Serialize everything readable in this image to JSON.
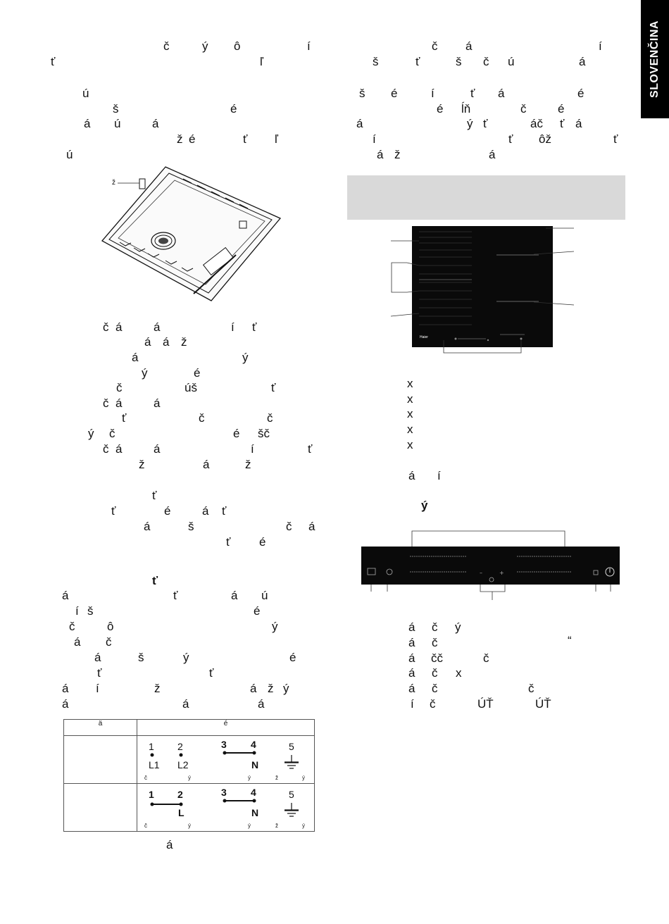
{
  "side_tab": {
    "label": "SLOVENČINA"
  },
  "left_column": {
    "para1": [
      {
        "id": "l1a",
        "text": "č"
      },
      {
        "id": "l1b",
        "text": "ý"
      },
      {
        "id": "l1c",
        "text": "ô"
      },
      {
        "id": "l1d",
        "text": "í"
      },
      {
        "id": "l2a",
        "text": "ť"
      },
      {
        "id": "l2b",
        "text": "ľ"
      },
      {
        "id": "l3a",
        "text": "ú"
      },
      {
        "id": "l4a",
        "text": "š"
      },
      {
        "id": "l4b",
        "text": "é"
      },
      {
        "id": "l5a",
        "text": "á"
      },
      {
        "id": "l5b",
        "text": "ú"
      },
      {
        "id": "l5c",
        "text": "á"
      },
      {
        "id": "l6a",
        "text": "ž"
      },
      {
        "id": "l6b",
        "text": "é"
      },
      {
        "id": "l6c",
        "text": "ť"
      },
      {
        "id": "l6d",
        "text": "ľ"
      },
      {
        "id": "l7a",
        "text": "ú"
      }
    ],
    "figure1_label": "ž",
    "para2": [
      {
        "id": "p2_1a",
        "text": "č"
      },
      {
        "id": "p2_1b",
        "text": "á"
      },
      {
        "id": "p2_1c",
        "text": "á"
      },
      {
        "id": "p2_1d",
        "text": "í"
      },
      {
        "id": "p2_1e",
        "text": "ť"
      },
      {
        "id": "p2_2a",
        "text": "á"
      },
      {
        "id": "p2_2b",
        "text": "á"
      },
      {
        "id": "p2_2c",
        "text": "ž"
      },
      {
        "id": "p2_3a",
        "text": "á"
      },
      {
        "id": "p2_3b",
        "text": "ý"
      },
      {
        "id": "p2_4a",
        "text": "ý"
      },
      {
        "id": "p2_4b",
        "text": "é"
      },
      {
        "id": "p2_5a",
        "text": "č"
      },
      {
        "id": "p2_5b",
        "text": "úš"
      },
      {
        "id": "p2_5c",
        "text": "ť"
      },
      {
        "id": "p2_6a",
        "text": "č"
      },
      {
        "id": "p2_6b",
        "text": "á"
      },
      {
        "id": "p2_6c",
        "text": "á"
      },
      {
        "id": "p2_7a",
        "text": "ť"
      },
      {
        "id": "p2_7b",
        "text": "č"
      },
      {
        "id": "p2_7c",
        "text": "č"
      },
      {
        "id": "p2_8a",
        "text": "ý"
      },
      {
        "id": "p2_8b",
        "text": "č"
      },
      {
        "id": "p2_8c",
        "text": "é"
      },
      {
        "id": "p2_8d",
        "text": "šč"
      },
      {
        "id": "p2_9a",
        "text": "č"
      },
      {
        "id": "p2_9b",
        "text": "á"
      },
      {
        "id": "p2_9c",
        "text": "á"
      },
      {
        "id": "p2_9d",
        "text": "í"
      },
      {
        "id": "p2_9e",
        "text": "ť"
      },
      {
        "id": "p2_10a",
        "text": "ž"
      },
      {
        "id": "p2_10b",
        "text": "á"
      },
      {
        "id": "p2_10c",
        "text": "ž"
      }
    ],
    "para3": [
      {
        "id": "p3_1a",
        "text": "ť"
      },
      {
        "id": "p3_2a",
        "text": "ť"
      },
      {
        "id": "p3_2b",
        "text": "é"
      },
      {
        "id": "p3_2c",
        "text": "á"
      },
      {
        "id": "p3_2d",
        "text": "ť"
      },
      {
        "id": "p3_3a",
        "text": "á"
      },
      {
        "id": "p3_3b",
        "text": "š"
      },
      {
        "id": "p3_3c",
        "text": "č"
      },
      {
        "id": "p3_3d",
        "text": "á"
      },
      {
        "id": "p3_4a",
        "text": "ť"
      },
      {
        "id": "p3_4b",
        "text": "é"
      }
    ],
    "heading": "ť",
    "para4": [
      {
        "id": "p4_1a",
        "text": "á"
      },
      {
        "id": "p4_1b",
        "text": "ť"
      },
      {
        "id": "p4_1c",
        "text": "á"
      },
      {
        "id": "p4_1d",
        "text": "ú"
      },
      {
        "id": "p4_2a",
        "text": "í"
      },
      {
        "id": "p4_2b",
        "text": "š"
      },
      {
        "id": "p4_2c",
        "text": "é"
      },
      {
        "id": "p4_3a",
        "text": "č"
      },
      {
        "id": "p4_3b",
        "text": "ô"
      },
      {
        "id": "p4_3c",
        "text": "ý"
      },
      {
        "id": "p4_4a",
        "text": "á"
      },
      {
        "id": "p4_4b",
        "text": "č"
      },
      {
        "id": "p4_5a",
        "text": "á"
      },
      {
        "id": "p4_5b",
        "text": "š"
      },
      {
        "id": "p4_5c",
        "text": "ý"
      },
      {
        "id": "p4_5d",
        "text": "é"
      },
      {
        "id": "p4_6a",
        "text": "ť"
      },
      {
        "id": "p4_6b",
        "text": "ť"
      },
      {
        "id": "p4_7a",
        "text": "á"
      },
      {
        "id": "p4_7b",
        "text": "í"
      },
      {
        "id": "p4_7c",
        "text": "ž"
      },
      {
        "id": "p4_7d",
        "text": "á"
      },
      {
        "id": "p4_7e",
        "text": "ž"
      },
      {
        "id": "p4_7f",
        "text": "ý"
      },
      {
        "id": "p4_8a",
        "text": "á"
      },
      {
        "id": "p4_8b",
        "text": "á"
      },
      {
        "id": "p4_8c",
        "text": "á"
      }
    ],
    "wiring_table": {
      "header_left": "ä",
      "header_right": "é",
      "row1": {
        "terminals": [
          "1",
          "2",
          "3",
          "4",
          "5"
        ],
        "labels": [
          "L1",
          "L2",
          "N"
        ],
        "captions": [
          "č",
          "ý",
          "ý",
          "ž",
          "ý"
        ]
      },
      "row2": {
        "terminals": [
          "1",
          "2",
          "3",
          "4",
          "5"
        ],
        "labels": [
          "L",
          "N"
        ],
        "captions": [
          "č",
          "ý",
          "ý",
          "ž",
          "ý"
        ]
      }
    },
    "table_caption": "á"
  },
  "right_column": {
    "para1": [
      {
        "id": "r1a",
        "text": "č"
      },
      {
        "id": "r1b",
        "text": "á"
      },
      {
        "id": "r1c",
        "text": "í"
      },
      {
        "id": "r2a",
        "text": "š"
      },
      {
        "id": "r2b",
        "text": "ť"
      },
      {
        "id": "r2c",
        "text": "š"
      },
      {
        "id": "r2d",
        "text": "č"
      },
      {
        "id": "r2e",
        "text": "ú"
      },
      {
        "id": "r2f",
        "text": "á"
      },
      {
        "id": "r3a",
        "text": "š"
      },
      {
        "id": "r3b",
        "text": "é"
      },
      {
        "id": "r3c",
        "text": "í"
      },
      {
        "id": "r3d",
        "text": "ť"
      },
      {
        "id": "r3e",
        "text": "á"
      },
      {
        "id": "r3f",
        "text": "é"
      },
      {
        "id": "r4a",
        "text": "é"
      },
      {
        "id": "r4b",
        "text": "ĺň"
      },
      {
        "id": "r4c",
        "text": "č"
      },
      {
        "id": "r4d",
        "text": "é"
      },
      {
        "id": "r5a",
        "text": "á"
      },
      {
        "id": "r5b",
        "text": "ý"
      },
      {
        "id": "r5c",
        "text": "ť"
      },
      {
        "id": "r5d",
        "text": "áč"
      },
      {
        "id": "r5e",
        "text": "ť"
      },
      {
        "id": "r5f",
        "text": "á"
      },
      {
        "id": "r6a",
        "text": "í"
      },
      {
        "id": "r6b",
        "text": "ť"
      },
      {
        "id": "r6c",
        "text": "ôž"
      },
      {
        "id": "r6d",
        "text": "ť"
      },
      {
        "id": "r7a",
        "text": "á"
      },
      {
        "id": "r7b",
        "text": "ž"
      },
      {
        "id": "r7c",
        "text": "á"
      }
    ],
    "hob_brand": "Haier",
    "list_x": [
      "x",
      "x",
      "x",
      "x",
      "x"
    ],
    "list_after": [
      {
        "id": "ra1",
        "text": "á"
      },
      {
        "id": "ra2",
        "text": "í"
      }
    ],
    "heading2": "ý",
    "panel_list": [
      {
        "id": "pl1a",
        "text": "á"
      },
      {
        "id": "pl1b",
        "text": "č"
      },
      {
        "id": "pl1c",
        "text": "ý"
      },
      {
        "id": "pl2a",
        "text": "á"
      },
      {
        "id": "pl2b",
        "text": "č"
      },
      {
        "id": "pl2c",
        "text": "“"
      },
      {
        "id": "pl3a",
        "text": "á"
      },
      {
        "id": "pl3b",
        "text": "čč"
      },
      {
        "id": "pl3c",
        "text": "č"
      },
      {
        "id": "pl4a",
        "text": "á"
      },
      {
        "id": "pl4b",
        "text": "č"
      },
      {
        "id": "pl4c",
        "text": "x"
      },
      {
        "id": "pl5a",
        "text": "á"
      },
      {
        "id": "pl5b",
        "text": "č"
      },
      {
        "id": "pl5c",
        "text": "č"
      },
      {
        "id": "pl6a",
        "text": "í"
      },
      {
        "id": "pl6b",
        "text": "č"
      },
      {
        "id": "pl6c",
        "text": "ÚŤ"
      },
      {
        "id": "pl6d",
        "text": "ÚŤ"
      }
    ]
  }
}
